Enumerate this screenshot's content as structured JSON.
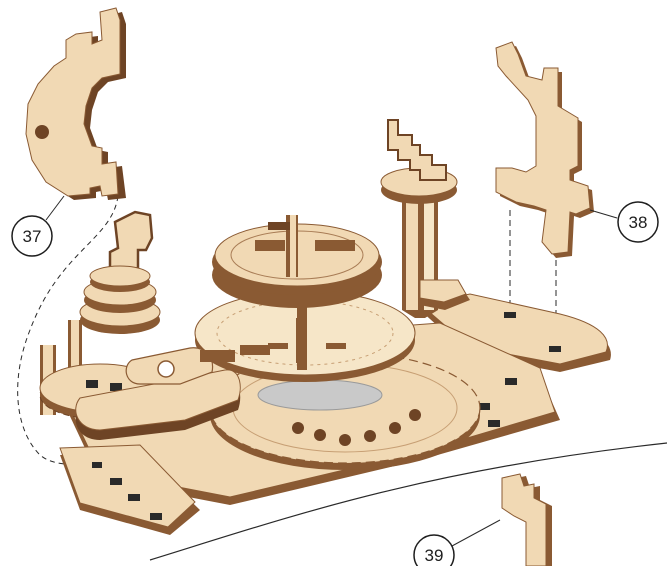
{
  "callouts": {
    "part_37": "37",
    "part_38": "38",
    "part_39": "39"
  },
  "colors": {
    "face": "#f1d9b4",
    "face_light": "#f6e6c8",
    "edge": "#8a5a33",
    "edge_dark": "#6e4425",
    "metal": "#c9c9c9",
    "line": "#2a2a2a"
  }
}
